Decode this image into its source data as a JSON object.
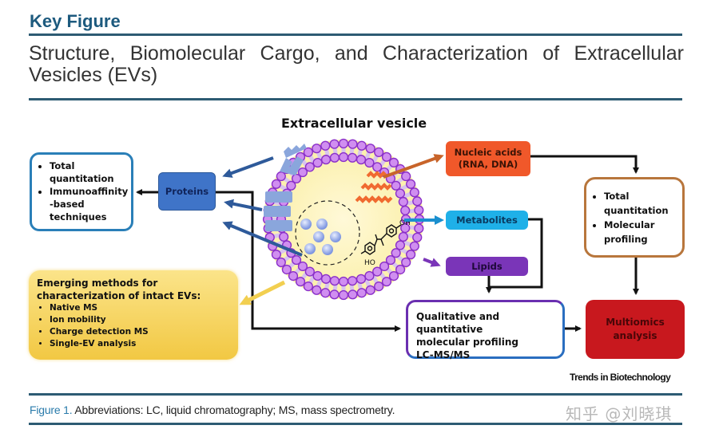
{
  "header": {
    "label": "Key Figure",
    "title": "Structure, Biomolecular Cargo, and Characterization of Extracellular Vesicles (EVs)"
  },
  "diagram": {
    "center_label": "Extracellular vesicle",
    "left_box": {
      "items": [
        "Total quantitation",
        "Immunoaffinity -based techniques"
      ],
      "border_color": "#2a7fb8"
    },
    "proteins": {
      "label": "Proteins",
      "color": "#3f74c8"
    },
    "emerging": {
      "heading": "Emerging methods for characterization of intact EVs:",
      "items": [
        "Native MS",
        "Ion mobility",
        "Charge detection MS",
        "Single-EV analysis"
      ],
      "color": "#f5cf55"
    },
    "nucleic_acids": {
      "line1": "Nucleic acids",
      "line2": "(RNA, DNA)",
      "color": "#f0582a"
    },
    "metabolites": {
      "label": "Metabolites",
      "color": "#1fb0e8"
    },
    "lipids": {
      "label": "Lipids",
      "color": "#7a35b8"
    },
    "right_box": {
      "items": [
        "Total quantitation",
        "Molecular profiling"
      ],
      "border_color": "#b8763c"
    },
    "lcms": {
      "line1": "Qualitative and quantitative",
      "line2": "molecular profiling",
      "line3": "LC-MS/MS"
    },
    "multiomics": {
      "line1": "Multiomics",
      "line2": "analysis",
      "color": "#c8181e"
    },
    "molecule_labels": {
      "oh": "OH",
      "ho": "HO"
    }
  },
  "credit": "Trends in Biotechnology",
  "caption": {
    "figure_label": "Figure 1.",
    "text": " Abbreviations: LC, liquid chromatography; MS, mass spectrometry."
  },
  "watermark": "知乎 @刘晓琪"
}
